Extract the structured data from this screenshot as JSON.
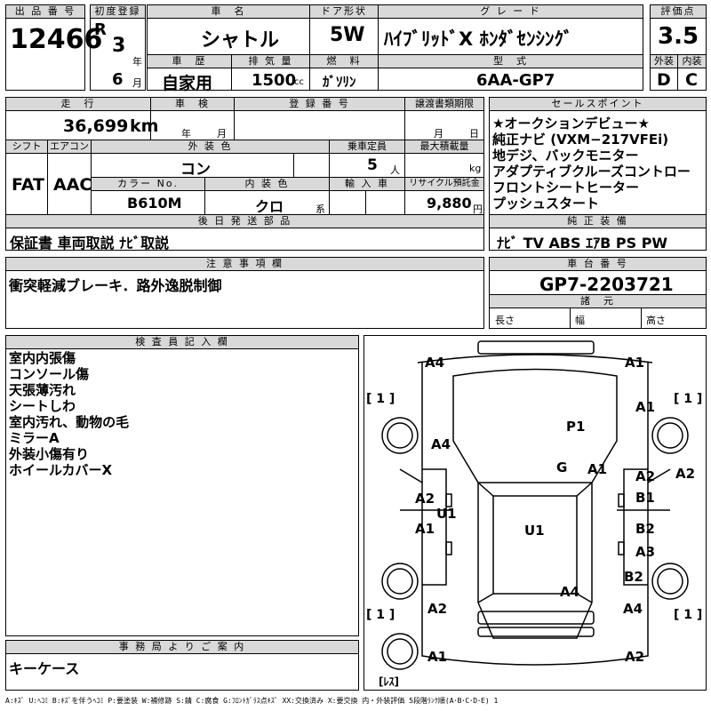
{
  "header": {
    "lot_no_label": "出 品 番 号",
    "lot_no": "12466",
    "first_reg_label": "初度登録",
    "era": "R",
    "year": "3",
    "year_unit": "年",
    "month": "6",
    "month_unit": "月",
    "car_name_label": "車　名",
    "car_name": "シャトル",
    "door_label": "ドア形状",
    "door": "5W",
    "grade_label": "グ レ ー ド",
    "grade": "ﾊｲﾌﾞﾘｯﾄﾞX ﾎﾝﾀﾞｾﾝｼﾝｸﾞ",
    "score_label": "評価点",
    "score": "3.5",
    "history_label": "車　歴",
    "history": "自家用",
    "displacement_label": "排 気 量",
    "displacement": "1500",
    "displacement_unit": "cc",
    "fuel_label": "燃　料",
    "fuel": "ｶﾞｿﾘﾝ",
    "model_label": "型　式",
    "model": "6AA-GP7",
    "exterior_label": "外装",
    "exterior": "D",
    "interior_label": "内装",
    "interior": "C"
  },
  "row2": {
    "mileage_label": "走　行",
    "mileage": "36,699",
    "mileage_unit": "km",
    "inspection_label": "車　検",
    "inspection_year": "年",
    "inspection_month": "月",
    "reg_no_label": "登 録 番 号",
    "transfer_label": "譲渡書類期限",
    "transfer_month": "月",
    "transfer_day": "日",
    "shift_label": "シフト",
    "shift": "FAT",
    "ac_label": "エアコン",
    "ac": "AAC",
    "ext_color_label": "外 装 色",
    "ext_color": "コン",
    "capacity_label": "乗車定員",
    "capacity": "5",
    "capacity_unit": "人",
    "load_label": "最大積載量",
    "load_unit": "kg",
    "color_no_label": "カラー No.",
    "color_no": "B610M",
    "int_color_label": "内 装 色",
    "int_color": "クロ",
    "int_color_unit": "系",
    "import_label": "輸 入 車",
    "recycle_label": "リサイクル預託金",
    "recycle": "9,880",
    "recycle_unit": "円",
    "later_parts_label": "後 日 発 送 部 品",
    "later_parts": "保証書 車両取説 ﾅﾋﾞ取説"
  },
  "sales": {
    "label": "セールスポイント",
    "points": [
      "★オークションデビュー★",
      "純正ナビ (VXM−217VFEi)",
      "地デジ、バックモニター",
      "アダプティブクルーズコントロー",
      "フロントシートヒーター",
      "プッシュスタート"
    ],
    "equip_label": "純 正 装 備",
    "equip": "ﾅﾋﾞ TV ABS ｴｱB PS PW"
  },
  "notes": {
    "label": "注 意 事 項 欄",
    "text": "衝突軽減ブレーキ．路外逸脱制御"
  },
  "chassis": {
    "label": "車 台 番 号",
    "number": "GP7-2203721",
    "dims_label": "諸　元",
    "length": "長さ",
    "width": "幅",
    "height": "高さ"
  },
  "inspector": {
    "label": "検 査 員 記 入 欄",
    "lines": [
      "室内内張傷",
      "コンソール傷",
      "天張薄汚れ",
      "シートしわ",
      "室内汚れ、動物の毛",
      "ミラーA",
      "外装小傷有り",
      "ホイールカバーX"
    ]
  },
  "office": {
    "label": "事 務 局 よ り ご 案 内",
    "text": "キーケース"
  },
  "diagram": {
    "marks": [
      "A4",
      "A1",
      "A1",
      "A4",
      "P1",
      "G",
      "A1",
      "A2",
      "B1",
      "A2",
      "U1",
      "A2",
      "A1",
      "U1",
      "B2",
      "A3",
      "B2",
      "A4",
      "A2",
      "A4",
      "A1",
      "A2"
    ],
    "tire_marks": [
      "[ 1 ]",
      "[ 1 ]",
      "[ 1 ]",
      "[ 1 ]",
      "[ﾚｽ]"
    ]
  },
  "legend": "A:ｷｽﾞ U:ﾍｺﾐ B:ｷｽﾞを伴うﾍｺﾐ P:要塗装 W:補修跡 S:錆 C:腐食 G:ﾌﾛﾝﾄｶﾞﾗｽ点ｷｽﾞ XX:交換済み X:要交換 内・外装評価 5段階ﾗﾝｸ順(A･B･C･D･E) 1"
}
